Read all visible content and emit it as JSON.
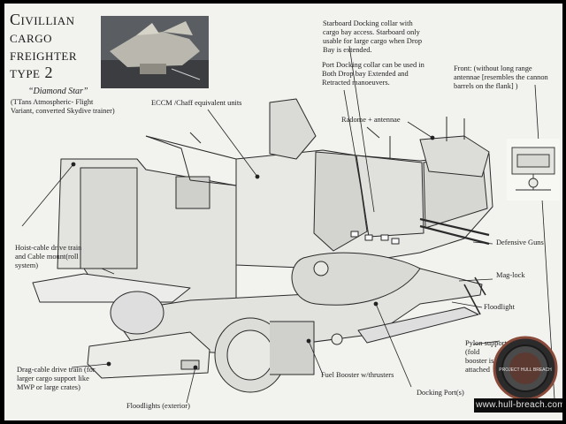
{
  "title": "Civillian\ncargo\nfreighter\ntype 2",
  "subtitle": "“Diamond Star”",
  "subnote": "(TTans Atmospheric- Flight Variant, converted Skydive trainer)",
  "labels": {
    "starboard": "Starboard Docking collar with\ncargo bay access. Starboard only\nusable for large cargo when Drop\nBay is extended.",
    "port": "Port Docking collar can be used in\nBoth Drop bay Extended and\nRetracted manoeuvers.",
    "front": "Front:  (without long range\nantennae [resembles the cannon\nbarrels on the flank] )",
    "ecm": "ECCM /Chaff equivalent units",
    "radome": "Radome + antennae",
    "hoist": "Hoist-cable drive train\nand Cable mount(roll\nsystem)",
    "defensive": "Defensive Guns",
    "maglock": "Mag-lock",
    "floodlight": "Floodlight",
    "pylon": "Pylon support. (fold\nbooster is attached",
    "drag": "Drag-cable drive train (for\nlarger cargo support like\nMWP or large crates)",
    "fuel": "Fuel Booster w/thrusters",
    "docking": "Docking Port(s)",
    "floodlights_ext": "Floodlights (exterior)"
  },
  "badge_text": "PROJECT HULL BREACH",
  "watermark": "www.hull-breach.com",
  "colors": {
    "paper": "#f2f2ef",
    "ink": "#222222",
    "frame": "#000000"
  }
}
